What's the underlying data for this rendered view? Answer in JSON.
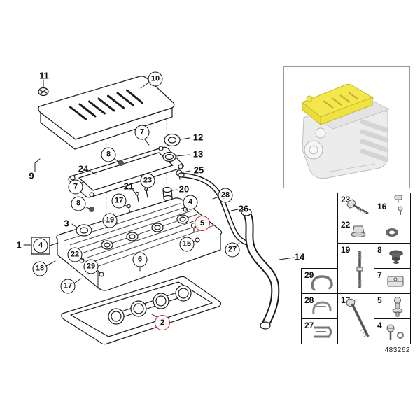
{
  "figure": {
    "number": "483262"
  },
  "colors": {
    "line": "#1c1c1c",
    "highlight_red": "#cc2222",
    "thumb_yellow": "#f4e74e"
  },
  "thumbnail": {
    "name": "engine-overview",
    "highlighted_part": "cylinder-head-cover"
  },
  "callouts": [
    {
      "label": "11",
      "style": "plain"
    },
    {
      "label": "10",
      "style": "circle"
    },
    {
      "label": "9",
      "style": "plain"
    },
    {
      "label": "7",
      "style": "circle"
    },
    {
      "label": "12",
      "style": "plain"
    },
    {
      "label": "8",
      "style": "circle"
    },
    {
      "label": "13",
      "style": "plain"
    },
    {
      "label": "24",
      "style": "plain"
    },
    {
      "label": "25",
      "style": "plain"
    },
    {
      "label": "7",
      "style": "circle"
    },
    {
      "label": "21",
      "style": "plain"
    },
    {
      "label": "23",
      "style": "circle"
    },
    {
      "label": "20",
      "style": "plain"
    },
    {
      "label": "17",
      "style": "circle"
    },
    {
      "label": "8",
      "style": "circle"
    },
    {
      "label": "28",
      "style": "circle"
    },
    {
      "label": "19",
      "style": "circle"
    },
    {
      "label": "26",
      "style": "plain"
    },
    {
      "label": "4",
      "style": "circle"
    },
    {
      "label": "5",
      "style": "red-circle"
    },
    {
      "label": "3",
      "style": "plain"
    },
    {
      "label": "1",
      "style": "plain"
    },
    {
      "label": "4",
      "style": "circle"
    },
    {
      "label": "22",
      "style": "circle"
    },
    {
      "label": "15",
      "style": "circle"
    },
    {
      "label": "6",
      "style": "circle"
    },
    {
      "label": "27",
      "style": "circle"
    },
    {
      "label": "18",
      "style": "circle"
    },
    {
      "label": "29",
      "style": "circle"
    },
    {
      "label": "14",
      "style": "plain"
    },
    {
      "label": "17",
      "style": "circle"
    },
    {
      "label": "2",
      "style": "red-circle"
    }
  ],
  "legend": {
    "cells": [
      {
        "num": "23",
        "icon": "hex-bolt-icon"
      },
      {
        "num": "16",
        "icon": "vent-fitting-icon"
      },
      {
        "num": "22",
        "icon": "nut-and-seal-icon"
      },
      {
        "num": "19",
        "icon": "stud-bolt-icon"
      },
      {
        "num": "8",
        "icon": "grommet-icon"
      },
      {
        "num": "29",
        "icon": "spring-clip-icon"
      },
      {
        "num": "7",
        "icon": "holder-icon"
      },
      {
        "num": "28",
        "icon": "clamp-icon"
      },
      {
        "num": "17",
        "icon": "long-bolt-icon"
      },
      {
        "num": "5",
        "icon": "valve-icon"
      },
      {
        "num": "27",
        "icon": "clip-icon"
      },
      {
        "num": "4",
        "icon": "screw-icon"
      }
    ]
  }
}
